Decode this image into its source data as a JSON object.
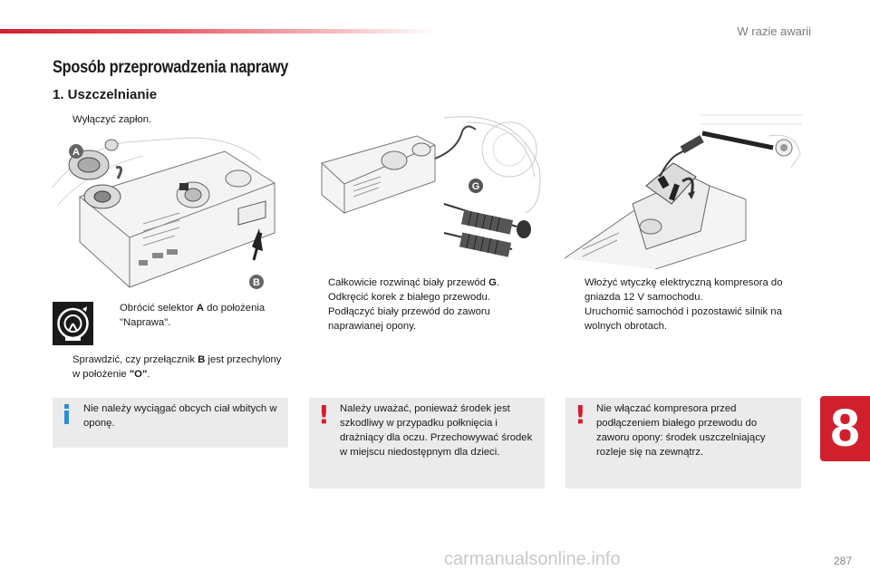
{
  "header": {
    "section_title": "W razie awarii",
    "accent_color": "#d0202e"
  },
  "page": {
    "heading": "Sposób przeprowadzenia naprawy",
    "subheading": "1. Uszczelnianie",
    "page_number": "287",
    "watermark": "carmanualsonline.info"
  },
  "chapter_tab": {
    "number": "8"
  },
  "steps": {
    "s1": {
      "bullet": "",
      "text": "Wyłączyć zapłon."
    },
    "s2": {
      "bullet": "",
      "text_before": "Obrócić selektor ",
      "bold": "A",
      "text_after": " do położenia \"Naprawa\"."
    },
    "s3": {
      "bullet": "",
      "text_before": "Sprawdzić, czy przełącznik ",
      "bold": "B",
      "text_after": " jest przechylony w położenie ",
      "bold2": "\"O\"",
      "text_end": "."
    },
    "s4": {
      "bullet": "",
      "text_before": "Całkowicie rozwinąć biały przewód ",
      "bold": "G",
      "text_after": "."
    },
    "s5": {
      "bullet": "",
      "text": "Odkręcić korek z białego przewodu."
    },
    "s6": {
      "bullet": "",
      "text": "Podłączyć biały przewód do zaworu naprawianej opony."
    },
    "s7": {
      "bullet": "",
      "text": "Włożyć wtyczkę elektryczną kompresora do gniazda 12 V samochodu."
    },
    "s8": {
      "bullet": "",
      "text": "Uruchomić samochód i pozostawić silnik na wolnych obrotach."
    }
  },
  "figures": {
    "fig1": {
      "label_a": "A",
      "label_b": "B",
      "icon": "compressor-kit-illustration"
    },
    "fig2": {
      "label_g": "G",
      "icon": "hose-connection-illustration"
    },
    "fig3": {
      "icon": "power-plug-illustration"
    },
    "selector_icon": "tire-repair-selector-icon"
  },
  "notes": {
    "info": {
      "icon": "info-icon",
      "text": "Nie należy wyciągać obcych ciał wbitych w oponę."
    },
    "warning1": {
      "icon": "warning-icon",
      "text": "Należy uważać, ponieważ środek jest szkodliwy w przypadku połknięcia i drażniący dla oczu. Przechowywać środek w miejscu niedostępnym dla dzieci."
    },
    "warning2": {
      "icon": "warning-icon",
      "text": "Nie włączać kompresora przed podłączeniem białego przewodu do zaworu opony: środek uszczelniający rozleje się na zewnątrz."
    }
  }
}
